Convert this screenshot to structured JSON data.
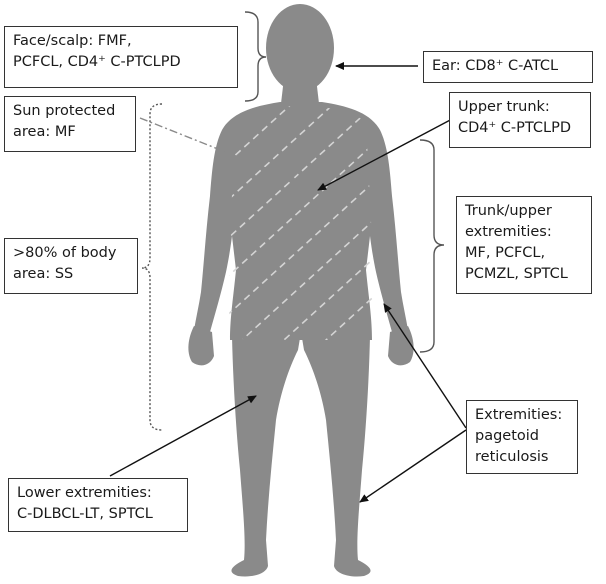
{
  "labels": {
    "face_scalp": {
      "lines": [
        "Face/scalp: FMF,",
        "PCFCL, CD4⁺ C-PTCLPD"
      ]
    },
    "ear": {
      "lines": [
        "Ear: CD8⁺ C-ATCL"
      ]
    },
    "sun_protected": {
      "lines": [
        "Sun protected",
        "area: MF"
      ]
    },
    "upper_trunk": {
      "lines": [
        "Upper trunk:",
        "CD4⁺ C-PTCLPD"
      ]
    },
    "body_area": {
      "lines": [
        ">80% of body",
        "area: SS"
      ]
    },
    "trunk_upper_extremities": {
      "lines": [
        "Trunk/upper",
        "extremities:",
        "MF, PCFCL,",
        "PCMZL, SPTCL"
      ]
    },
    "extremities_pagetoid": {
      "lines": [
        "Extremities:",
        "pagetoid",
        "reticulosis"
      ]
    },
    "lower_extremities": {
      "lines": [
        "Lower extremities:",
        "C-DLBCL-LT, SPTCL"
      ]
    }
  },
  "colors": {
    "silhouette": "#8a8a8a",
    "hatch": "#d4d4d4",
    "arrow": "#111111",
    "dashed_arrow": "#8a8a8a",
    "bracket": "#555555"
  }
}
